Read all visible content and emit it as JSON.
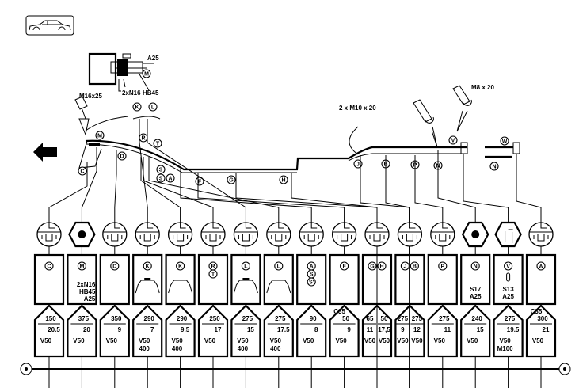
{
  "diagram": {
    "car_icon": "car-side-icon",
    "direction_arrow": "arrow-left-icon",
    "fastener_labels": {
      "a25": "A25",
      "hb45": "HB45",
      "n16": "2xN16",
      "m16": "M16x25",
      "m10": "2 x M10 x 20",
      "m8": "M8 x 20"
    },
    "markers": {
      "bracket_m": "M",
      "k": "K",
      "l": "L",
      "m": "M",
      "r": "R",
      "t": "T",
      "d": "D",
      "c": "C",
      "s1": "S",
      "s2": "S",
      "a": "A",
      "f": "F",
      "g": "G",
      "h": "H",
      "j": "J",
      "b": "B",
      "p": "P",
      "n1": "N",
      "v": "V",
      "w": "W",
      "n2": "N"
    }
  },
  "columns": [
    {
      "icon": "spot-weld",
      "markers": [
        "C"
      ],
      "notes": [],
      "profile": null,
      "values": [
        {
          "pre": "",
          "top": "150",
          "bottom": "20.5",
          "spec": [
            "V50"
          ]
        }
      ]
    },
    {
      "icon": "hex-nut",
      "markers": [
        "M"
      ],
      "notes": [
        "2xN16",
        "HB45",
        "A25"
      ],
      "profile": null,
      "values": [
        {
          "pre": "",
          "top": "375",
          "bottom": "20",
          "spec": [
            "V50"
          ]
        }
      ]
    },
    {
      "icon": "spot-weld",
      "markers": [
        "D"
      ],
      "notes": [],
      "profile": null,
      "values": [
        {
          "pre": "",
          "top": "350",
          "bottom": "9",
          "spec": [
            "V50"
          ]
        }
      ]
    },
    {
      "icon": "spot-weld",
      "markers": [
        "K"
      ],
      "notes": [],
      "profile": "hat-with-pad",
      "values": [
        {
          "pre": "",
          "top": "290",
          "bottom": "7",
          "spec": [
            "V50",
            "400"
          ]
        }
      ]
    },
    {
      "icon": "spot-weld",
      "markers": [
        "K"
      ],
      "notes": [],
      "profile": "hat",
      "values": [
        {
          "pre": "",
          "top": "290",
          "bottom": "9.5",
          "spec": [
            "V50",
            "400"
          ]
        }
      ]
    },
    {
      "icon": "spot-weld",
      "markers": [
        "R",
        "T"
      ],
      "notes": [],
      "profile": null,
      "values": [
        {
          "pre": "",
          "top": "250",
          "bottom": "17",
          "spec": [
            "V50"
          ]
        }
      ]
    },
    {
      "icon": "spot-weld",
      "markers": [
        "L"
      ],
      "notes": [],
      "profile": "hat-with-pad",
      "values": [
        {
          "pre": "",
          "top": "275",
          "bottom": "15",
          "spec": [
            "V50",
            "400"
          ]
        }
      ]
    },
    {
      "icon": "spot-weld",
      "markers": [
        "L"
      ],
      "notes": [],
      "profile": "hat",
      "values": [
        {
          "pre": "",
          "top": "275",
          "bottom": "17.5",
          "spec": [
            "V50",
            "400"
          ]
        }
      ]
    },
    {
      "icon": "spot-weld",
      "markers": [
        "A",
        "S",
        "S'"
      ],
      "notes": [],
      "profile": null,
      "values": [
        {
          "pre": "",
          "top": "90",
          "bottom": "8",
          "spec": [
            "V50"
          ]
        }
      ]
    },
    {
      "icon": "spot-weld",
      "markers": [
        "F"
      ],
      "notes": [],
      "profile": null,
      "values": [
        {
          "pre": "C35",
          "top": "50",
          "bottom": "9",
          "spec": [
            "V50"
          ]
        }
      ]
    },
    {
      "icon": "spot-weld",
      "markers": [
        "G",
        "H"
      ],
      "notes": [],
      "profile": null,
      "values": [
        {
          "pre": "",
          "top": "65",
          "bottom": "11",
          "spec": [
            "V50"
          ]
        },
        {
          "pre": "",
          "top": "50",
          "bottom": "17,5",
          "spec": [
            "V50"
          ]
        }
      ]
    },
    {
      "icon": "spot-weld",
      "markers": [
        "J",
        "B"
      ],
      "notes": [],
      "profile": null,
      "values": [
        {
          "pre": "",
          "top": "275",
          "bottom": "9",
          "spec": [
            "V50"
          ]
        },
        {
          "pre": "",
          "top": "275",
          "bottom": "12",
          "spec": [
            "V50"
          ]
        }
      ]
    },
    {
      "icon": "spot-weld",
      "markers": [
        "P"
      ],
      "notes": [],
      "profile": null,
      "values": [
        {
          "pre": "",
          "top": "275",
          "bottom": "11",
          "spec": [
            "V50"
          ]
        }
      ]
    },
    {
      "icon": "hex-nut",
      "markers": [
        "N"
      ],
      "notes": [
        "S17",
        "A25"
      ],
      "profile": null,
      "values": [
        {
          "pre": "",
          "top": "240",
          "bottom": "15",
          "spec": [
            "V50"
          ]
        }
      ]
    },
    {
      "icon": "hex-stud",
      "markers": [
        "V"
      ],
      "notes": [
        "S13",
        "A25"
      ],
      "profile": "stud",
      "values": [
        {
          "pre": "",
          "top": "275",
          "bottom": "19.5",
          "spec": [
            "V50",
            "M100"
          ]
        }
      ]
    },
    {
      "icon": "spot-weld",
      "markers": [
        "W"
      ],
      "notes": [],
      "profile": null,
      "values": [
        {
          "pre": "C35",
          "top": "300",
          "bottom": "21",
          "spec": [
            "V50"
          ]
        }
      ]
    }
  ]
}
